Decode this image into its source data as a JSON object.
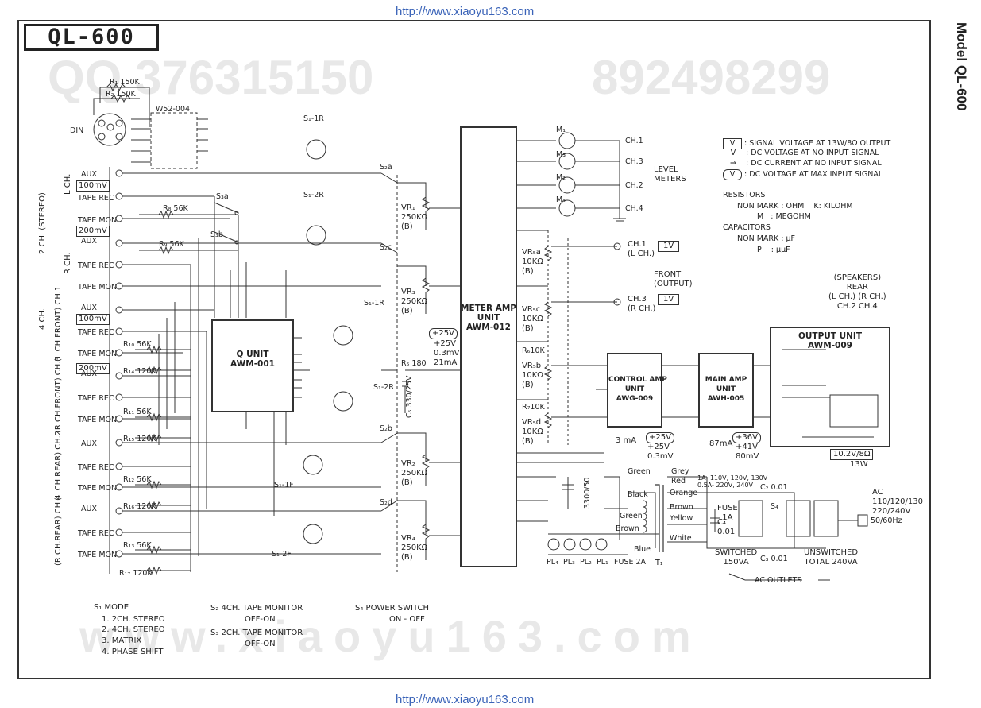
{
  "header": {
    "url_top": "http://www.xiaoyu163.com",
    "url_bottom": "http://www.xiaoyu163.com",
    "model_side": "Model QL-600",
    "title": "QL-600"
  },
  "watermarks": {
    "qq": "QQ 376315150",
    "phone": "892498299",
    "site": "www.xiaoyu163.com"
  },
  "inputs": {
    "din": "DIN",
    "w52": "W52-004",
    "r1": "R₁ 150K",
    "r2": "R₂ 150K",
    "groups": [
      {
        "vlabel": "L CH.",
        "rows": [
          "AUX",
          "TAPE REC",
          "TAPE MONI"
        ]
      },
      {
        "vlabel": "R CH.",
        "rows": [
          "AUX",
          "TAPE REC",
          "TAPE MONI"
        ]
      },
      {
        "vlabel": "(L CH.FRONT) CH.1",
        "rows": [
          "AUX",
          "TAPE REC",
          "TAPE MONI"
        ]
      },
      {
        "vlabel": "(R CH.FRONT) CH.3",
        "rows": [
          "AUX",
          "TAPE REC",
          "TAPE MONI"
        ]
      },
      {
        "vlabel": "(L CH.REAR) CH.2",
        "rows": [
          "AUX",
          "TAPE REC",
          "TAPE MONI"
        ]
      },
      {
        "vlabel": "(R CH.REAR) CH.4",
        "rows": [
          "AUX",
          "TAPE REC",
          "TAPE MONI"
        ]
      }
    ],
    "mode2ch": "2 CH. (STEREO)",
    "mode4ch": "4 CH.",
    "level100": "100mV",
    "level200": "200mV"
  },
  "resistors": {
    "r8": "R₈ 56K",
    "r9": "R₉ 56K",
    "r10": "R₁₀ 56K",
    "r14": "R₁₄ 120K",
    "r11": "R₁₁ 56K",
    "r15": "R₁₅ 120K",
    "r12": "R₁₂ 56K",
    "r16": "R₁₆ 120K",
    "r13": "R₁₃ 56K",
    "r17": "R₁₇ 120K",
    "r5": "R₅ 180",
    "r6": "R₆10K",
    "r7": "R₇10K",
    "c5": "C₅ 330/25V"
  },
  "switches": {
    "s1_1r": "S₁-1R",
    "s1_2r_top": "S₁-2R",
    "s1_1r_mid": "S₁-1R",
    "s1_2r_mid": "S₁-2R",
    "s1_1f": "S₁-1F",
    "s1_2f": "S₁-2F",
    "s2a": "S₂a",
    "s2b": "S₂b",
    "s2c": "S₂c",
    "s2d": "S₂d",
    "s3a": "S₃a",
    "s3b": "S₃b"
  },
  "units": {
    "q_unit": "Q UNIT\nAWM-001",
    "meter_amp": "METER AMP\nUNIT\nAWM-012",
    "control_amp": "CONTROL AMP\nUNIT\nAWG-009",
    "main_amp": "MAIN AMP\nUNIT\nAWH-005",
    "output_unit": "OUTPUT UNIT\nAWM-009"
  },
  "volumes": {
    "vr1": "VR₁\n250KΩ\n(B)",
    "vr3": "VR₃\n250KΩ\n(B)",
    "vr2": "VR₂\n250KΩ\n(B)",
    "vr4": "VR₄\n250KΩ\n(B)",
    "vr5a": "VR₅a\n10KΩ\n(B)",
    "vr5c": "VR₅c\n10KΩ\n(B)",
    "vr5b": "VR₅b\n10KΩ\n(B)",
    "vr5d": "VR₅d\n10KΩ\n(B)"
  },
  "meters": {
    "m1": "M₁",
    "m3": "M₃",
    "m2": "M₂",
    "m4": "M₄",
    "ch1": "CH.1",
    "ch3": "CH.3",
    "ch2": "CH.2",
    "ch4": "CH.4",
    "level_meters": "LEVEL\nMETERS"
  },
  "outputs": {
    "ch1_out": "CH.1\n(L CH.)",
    "ch3_out": "CH.3\n(R CH.)",
    "front": "FRONT\n(OUTPUT)",
    "v1a": "1V",
    "v1b": "1V",
    "speakers": "(SPEAKERS)\nREAR\n(L CH.) (R CH.)\nCH.2 CH.4",
    "out_v": "10.2V/8Ω",
    "out_w": "13W"
  },
  "voltages": {
    "meter_v_box": "+25V",
    "meter_v": "+25V\n0.3mV\n21mA",
    "ctrl_box": "+25V",
    "ctrl_v": "+25V\n0.3mV",
    "ctrl_ma": "3 mA",
    "main_box": "+36V",
    "main_v": "+41V\n80mV",
    "main_ma": "87mA"
  },
  "power": {
    "green": "Green",
    "grey": "Grey",
    "red": "Red",
    "orange": "Orange",
    "brown": "Brown",
    "yellow": "Yellow",
    "black": "Black",
    "green2": "Green",
    "brown2": "Brown",
    "blue": "Blue",
    "white": "White",
    "cap_main": "3300/50",
    "fuse_note": "1A- 110V, 120V, 130V\n0.5A- 220V, 240V",
    "fuse": "FUSE\n1A",
    "c4": "C₄\n0.01",
    "c2": "C₂ 0.01",
    "c3": "C₃ 0.01",
    "s4": "S₄",
    "switched": "SWITCHED\n150VA",
    "unswitched": "UNSWITCHED\nTOTAL 240VA",
    "ac_outlets": "AC OUTLETS",
    "ac": "AC\n110/120/130\n220/240V",
    "hz": "50/60Hz",
    "t1": "T₁",
    "pl4": "PL₄",
    "pl3": "PL₃",
    "pl2": "PL₂",
    "pl1": "PL₁",
    "fuse2a": "FUSE 2A"
  },
  "legend": {
    "v_box_mark": "V",
    "signal": ": SIGNAL VOLTAGE AT 13W/8Ω OUTPUT",
    "v_mark": "V",
    "dc": ": DC VOLTAGE AT NO INPUT SIGNAL",
    "current": ": DC CURRENT AT NO INPUT SIGNAL",
    "v_oval_mark": "V",
    "dcmax": ": DC VOLTAGE AT MAX INPUT SIGNAL",
    "resistors": "RESISTORS",
    "res_line": "NON MARK : OHM    K: KILOHM",
    "res_line2": "M   : MEGOHM",
    "capacitors": "CAPACITORS",
    "cap_line": "NON MARK : μF",
    "cap_line2": "P    : μμF"
  },
  "notes": {
    "s1": "S₁   MODE",
    "s1_items": [
      "1. 2CH. STEREO",
      "2. 4CH. STEREO",
      "3. MATRIX",
      "4. PHASE SHIFT"
    ],
    "s2": "S₂  4CH. TAPE MONITOR",
    "s2b": "OFF-ON",
    "s3": "S₃  2CH. TAPE MONITOR",
    "s3b": "OFF-ON",
    "s4": "S₄   POWER  SWITCH",
    "s4b": "ON - OFF"
  }
}
